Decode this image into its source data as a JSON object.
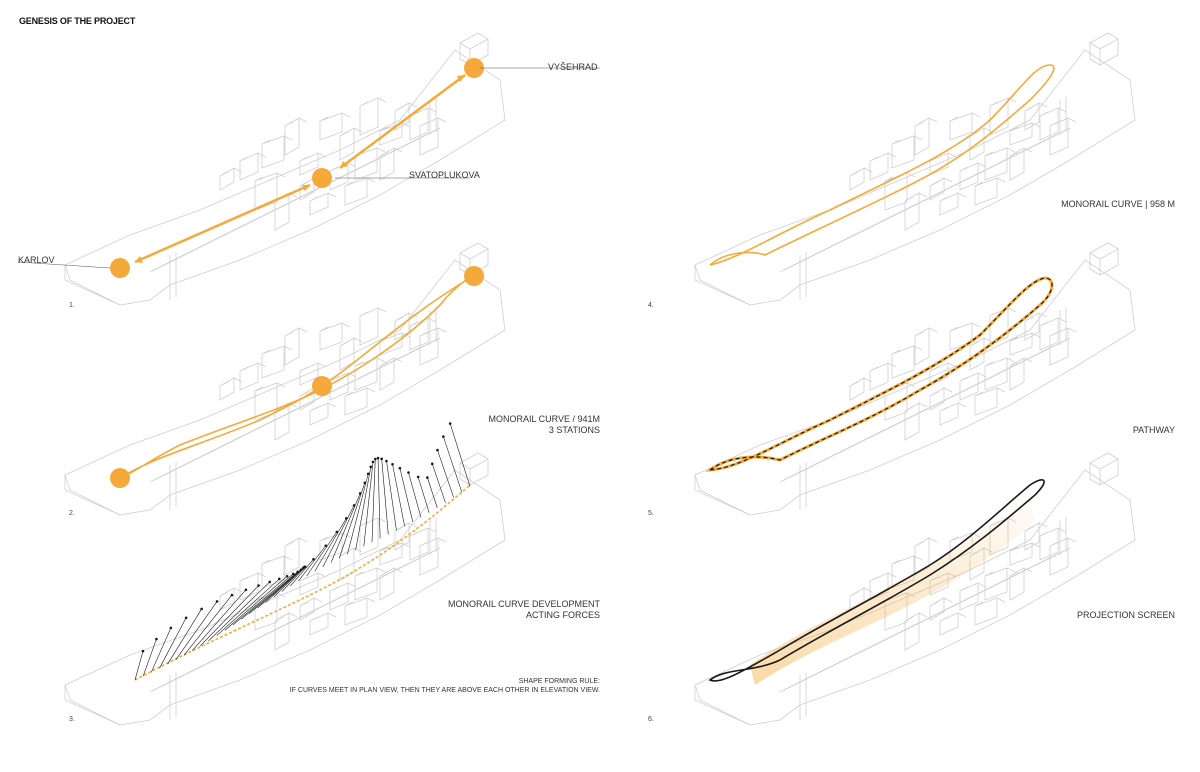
{
  "title": "GENESIS OF THE PROJECT",
  "colors": {
    "accent": "#f5a93a",
    "line": "#cfcfcf",
    "dark": "#1a1a1a"
  },
  "panels": [
    {
      "number": "1.",
      "stations": [
        "KARLOV",
        "SVATOPLUKOVA",
        "VYŠEHRAD"
      ]
    },
    {
      "number": "2.",
      "caption_lines": [
        "MONORAIL CURVE / 941M",
        "3 STATIONS"
      ]
    },
    {
      "number": "3.",
      "caption_lines": [
        "MONORAIL CURVE DEVELOPMENT",
        "ACTING FORCES"
      ],
      "note_lines": [
        "SHAPE FORMING RULE:",
        "IF CURVES MEET IN PLAN VIEW, THEN THEY ARE ABOVE EACH OTHER IN ELEVATION VIEW."
      ]
    },
    {
      "number": "4.",
      "caption": "MONORAIL CURVE | 958 M"
    },
    {
      "number": "5.",
      "caption": "PATHWAY"
    },
    {
      "number": "6.",
      "caption": "PROJECTION SCREEN"
    }
  ]
}
